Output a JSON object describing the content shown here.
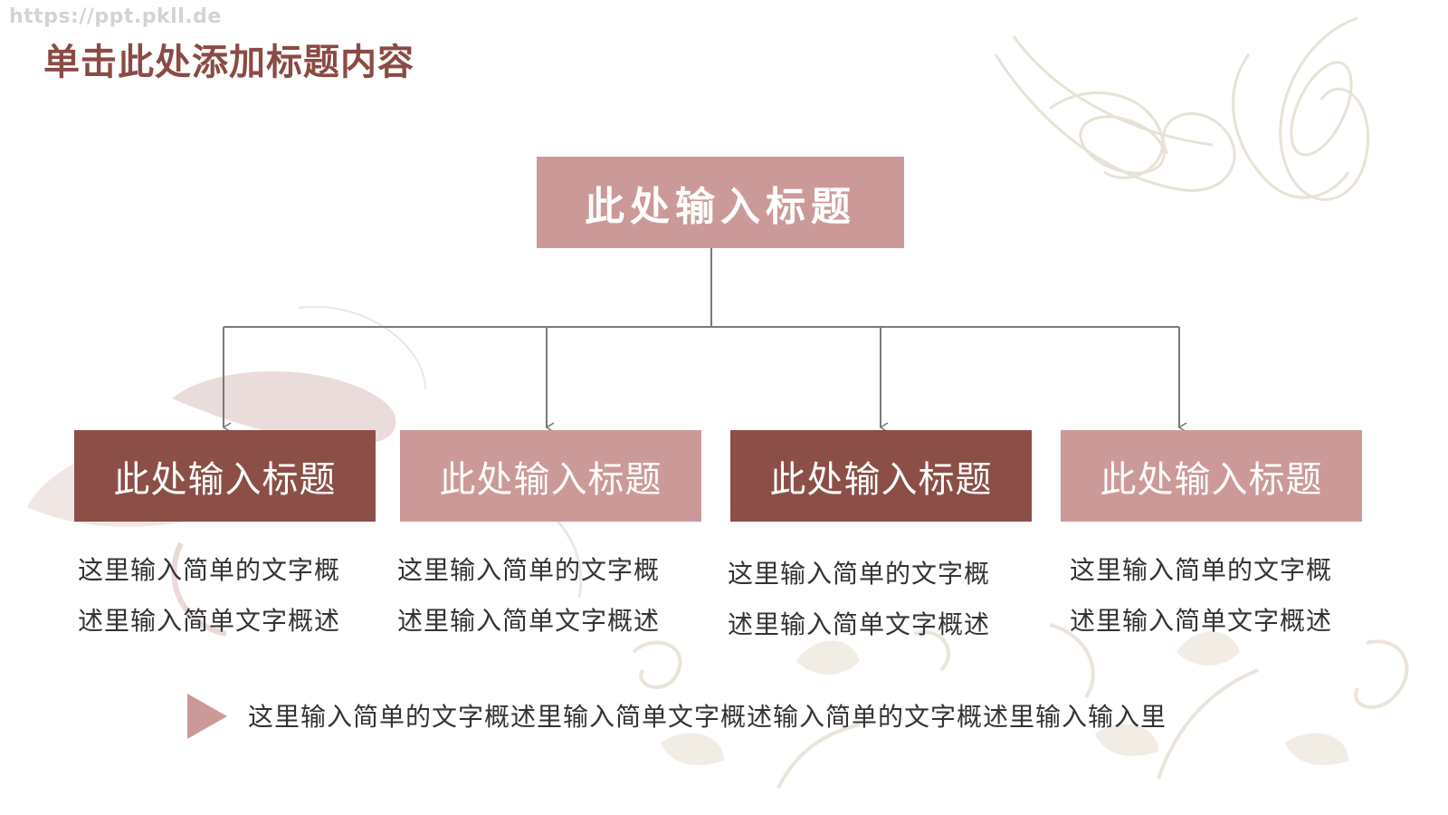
{
  "watermark": "https://ppt.pkll.de",
  "page_title": "单击此处添加标题内容",
  "diagram": {
    "root": {
      "label": "此处输入标题"
    },
    "children": [
      {
        "label": "此处输入标题",
        "style": "dark",
        "lines": [
          "这里输入简单的文字概",
          "述里输入简单文字概述"
        ]
      },
      {
        "label": "此处输入标题",
        "style": "light",
        "lines": [
          "这里输入简单的文字概",
          "述里输入简单文字概述"
        ]
      },
      {
        "label": "此处输入标题",
        "style": "dark",
        "lines": [
          "这里输入简单的文字概",
          "述里输入简单文字概述"
        ]
      },
      {
        "label": "此处输入标题",
        "style": "light",
        "lines": [
          "这里输入简单的文字概",
          "述里输入简单文字概述"
        ]
      }
    ]
  },
  "footer": {
    "text": "这里输入简单的文字概述里输入简单文字概述输入简单的文字概述里输入输入里",
    "icon": "triangle-right-icon"
  },
  "colors": {
    "dark_box": "#8b4f48",
    "light_box": "#cc9999",
    "title": "#8b4a44",
    "connector": "#7a7a7a"
  }
}
